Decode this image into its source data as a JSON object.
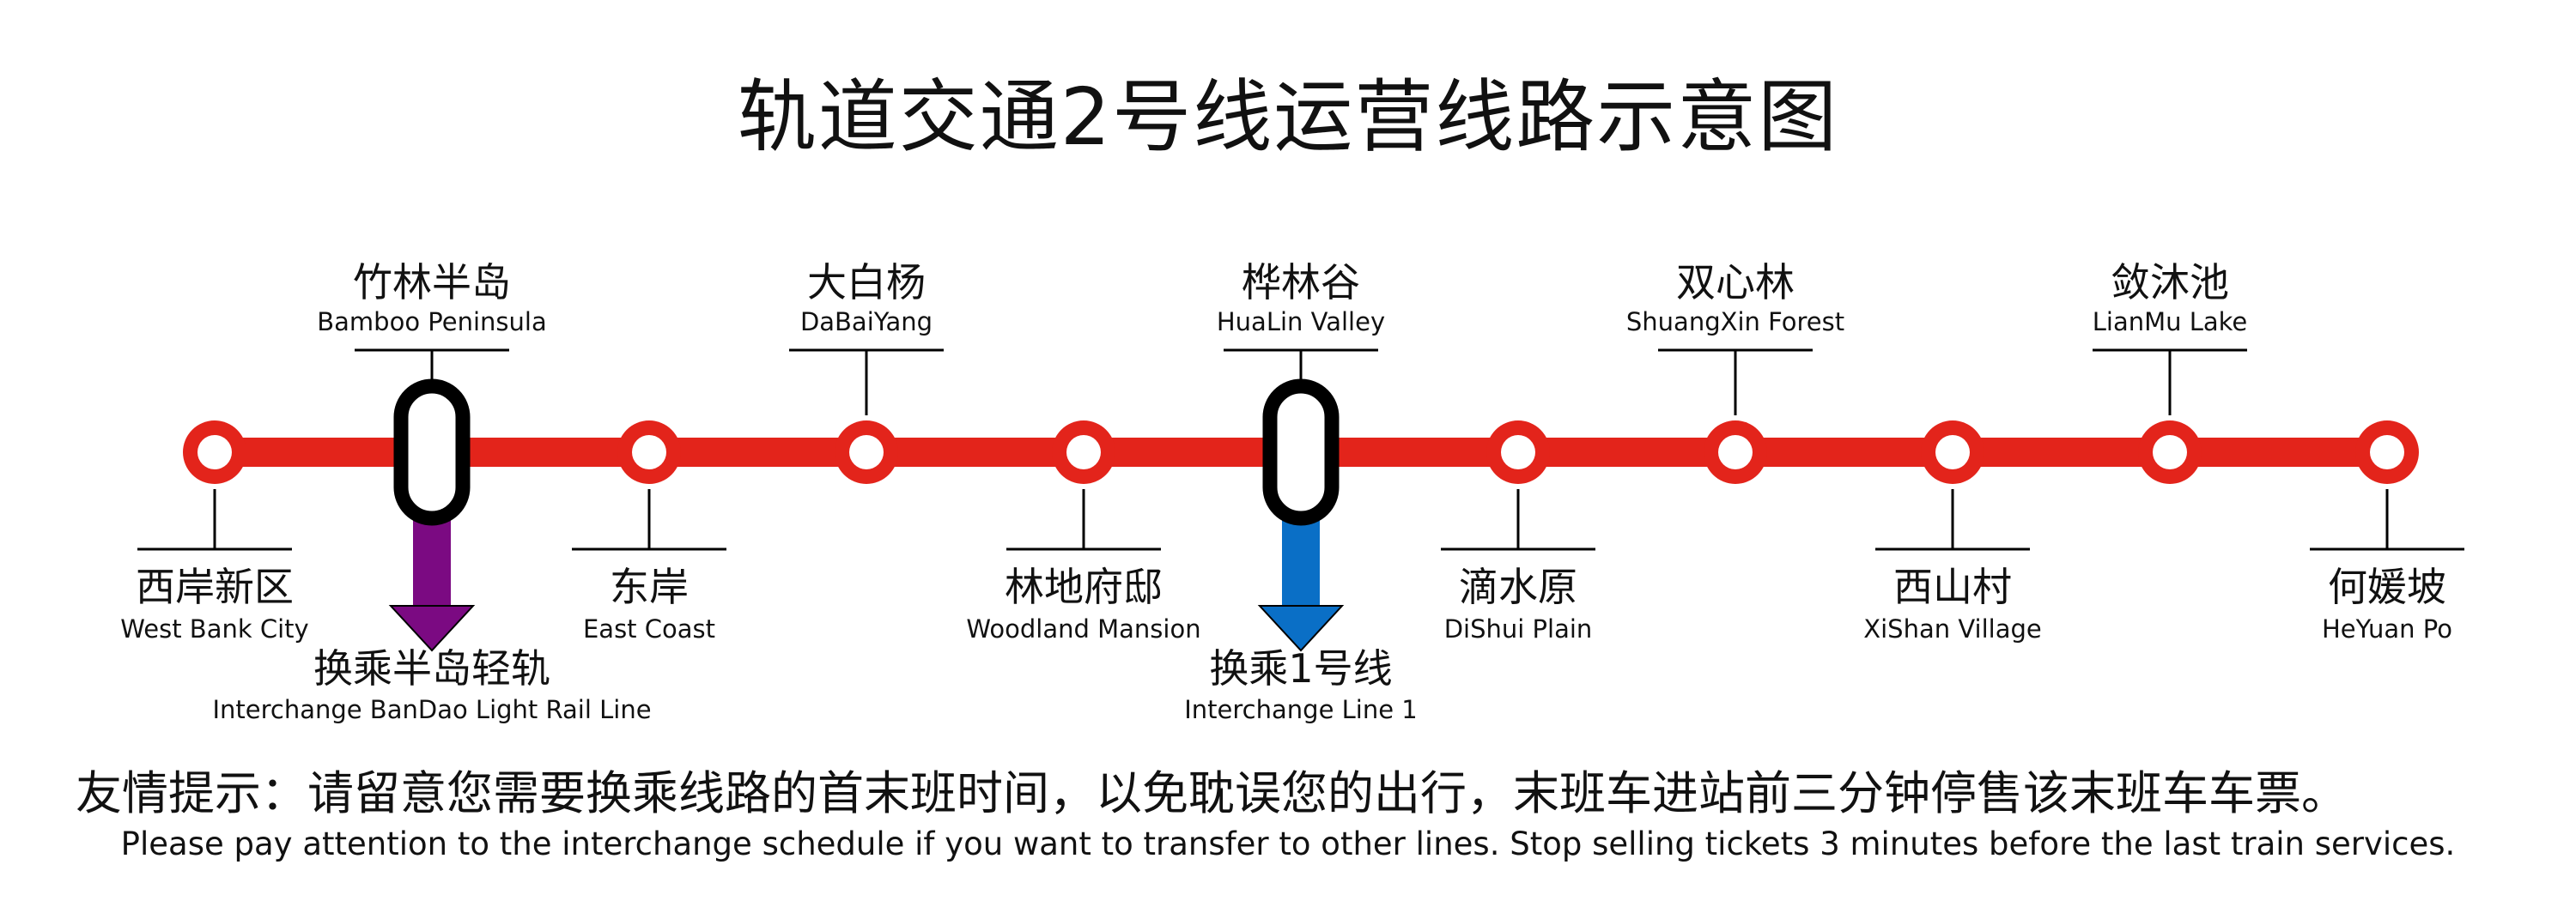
{
  "title": "轨道交通2号线运营线路示意图",
  "line": {
    "color": "#e3241b",
    "stroke_color": "#000000"
  },
  "stations": [
    {
      "cn": "西岸新区",
      "en": "West Bank City",
      "label_side": "below",
      "interchange": false
    },
    {
      "cn": "竹林半岛",
      "en": "Bamboo Peninsula",
      "label_side": "above",
      "interchange": true
    },
    {
      "cn": "东岸",
      "en": "East Coast",
      "label_side": "below",
      "interchange": false
    },
    {
      "cn": "大白杨",
      "en": "DaBaiYang",
      "label_side": "above",
      "interchange": false
    },
    {
      "cn": "林地府邸",
      "en": "Woodland Mansion",
      "label_side": "below",
      "interchange": false
    },
    {
      "cn": "桦林谷",
      "en": "HuaLin Valley",
      "label_side": "above",
      "interchange": true
    },
    {
      "cn": "滴水原",
      "en": "DiShui Plain",
      "label_side": "below",
      "interchange": false
    },
    {
      "cn": "双心林",
      "en": "ShuangXin Forest",
      "label_side": "above",
      "interchange": false
    },
    {
      "cn": "西山村",
      "en": "XiShan Village",
      "label_side": "below",
      "interchange": false
    },
    {
      "cn": "敛沐池",
      "en": "LianMu Lake",
      "label_side": "above",
      "interchange": false
    },
    {
      "cn": "何媛坡",
      "en": "HeYuan Po",
      "label_side": "below",
      "interchange": false
    }
  ],
  "interchanges": [
    {
      "station_index": 1,
      "cn": "换乘半岛轻轨",
      "en": "Interchange BanDao Light Rail Line",
      "color": "#7b0a82"
    },
    {
      "station_index": 5,
      "cn": "换乘1号线",
      "en": "Interchange Line 1",
      "color": "#0a6fc6"
    }
  ],
  "notice": {
    "cn": "友情提示：请留意您需要换乘线路的首末班时间，以免耽误您的出行，末班车进站前三分钟停售该末班车车票。",
    "en": "Please pay attention to the interchange schedule if you want to transfer to other lines. Stop selling tickets 3 minutes before the last train services."
  }
}
